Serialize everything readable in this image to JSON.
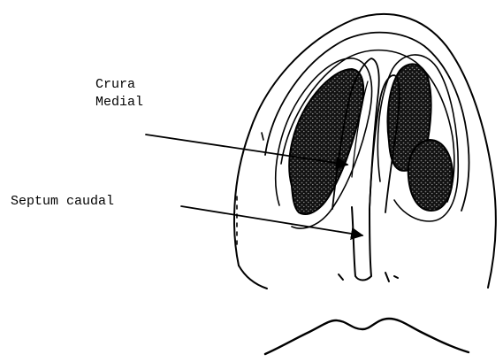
{
  "labels": {
    "crura_line1": "Crura",
    "crura_line2": "Medial",
    "septum": "Septum caudal"
  },
  "colors": {
    "ink": "#000000",
    "background": "#ffffff"
  }
}
